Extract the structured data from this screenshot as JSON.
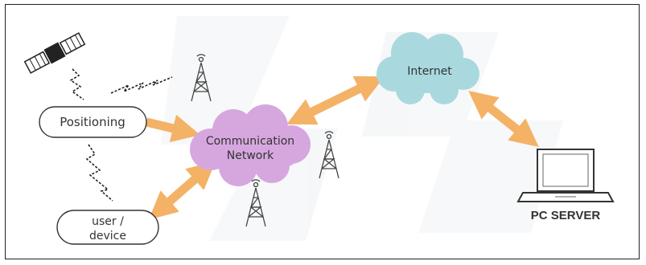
{
  "nodes": {
    "positioning": "Positioning",
    "user_line1": "user /",
    "user_line2": "device",
    "comm_line1": "Communication",
    "comm_line2": "Network",
    "internet": "Internet",
    "pc_server": "PC SERVER"
  },
  "colors": {
    "arrow": "#f4b266",
    "comm_cloud": "#d6a7df",
    "internet_cloud": "#a9d9df",
    "frame": "#222222",
    "tower": "#444444"
  },
  "icons": [
    "satellite-icon",
    "tower-icon",
    "laptop-icon",
    "lightning-bolt-icon"
  ]
}
